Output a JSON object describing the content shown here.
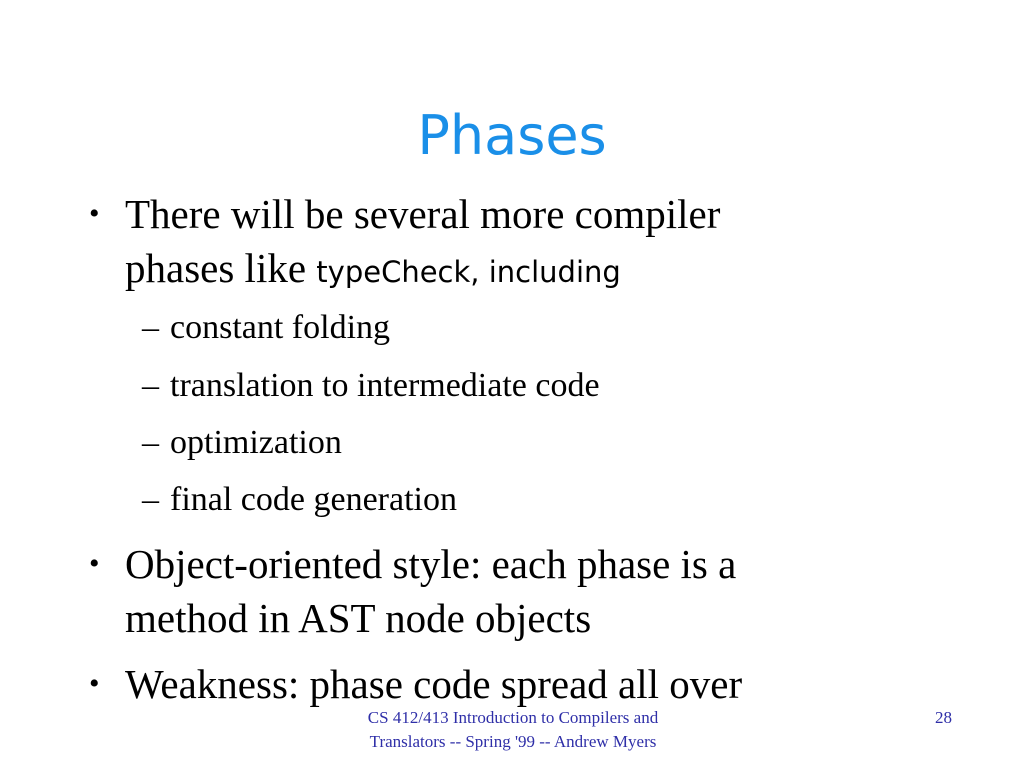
{
  "slide": {
    "title": "Phases",
    "bullets": [
      {
        "text_1": "There will be several more compiler",
        "text_2": "phases like ",
        "code": "typeCheck",
        "tail": ", including",
        "subitems": [
          "constant folding",
          "translation to intermediate code",
          "optimization",
          "final code generation"
        ]
      },
      {
        "text_1": "Object-oriented style: each phase is a",
        "text_2": "method in AST node objects"
      },
      {
        "text_1": "Weakness: phase code spread all over"
      }
    ],
    "bullet_symbol": "•",
    "dash_symbol": "–"
  },
  "footer": {
    "course": "CS 412/413 Introduction to Compilers and Translators -- Spring '99 -- Andrew Myers",
    "page_number": "28"
  }
}
